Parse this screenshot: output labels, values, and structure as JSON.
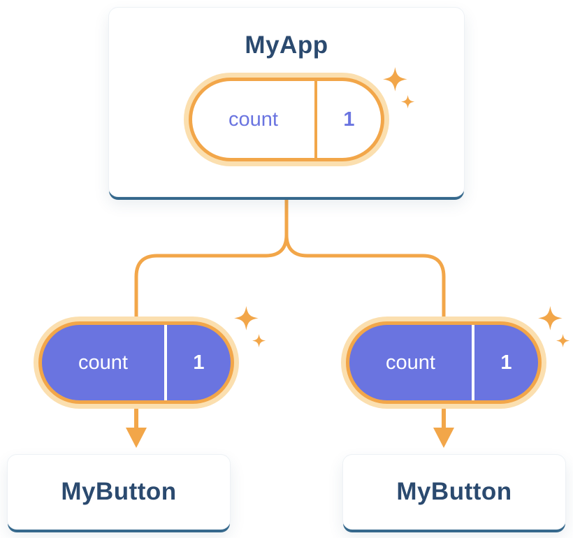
{
  "diagram": {
    "root": {
      "title": "MyApp",
      "state": {
        "label": "count",
        "value": "1"
      }
    },
    "children": [
      {
        "title": "MyButton",
        "state": {
          "label": "count",
          "value": "1"
        }
      },
      {
        "title": "MyButton",
        "state": {
          "label": "count",
          "value": "1"
        }
      }
    ],
    "icons": {
      "sparkle": "four-point-star",
      "arrow": "down-arrow"
    },
    "colors": {
      "accent_orange": "#F2A649",
      "pale_orange": "#FBDFAF",
      "state_purple": "#6A74E0",
      "title_navy": "#2B4A6F",
      "card_shadow_blue": "#35688C",
      "card_white": "#FFFFFF"
    }
  }
}
